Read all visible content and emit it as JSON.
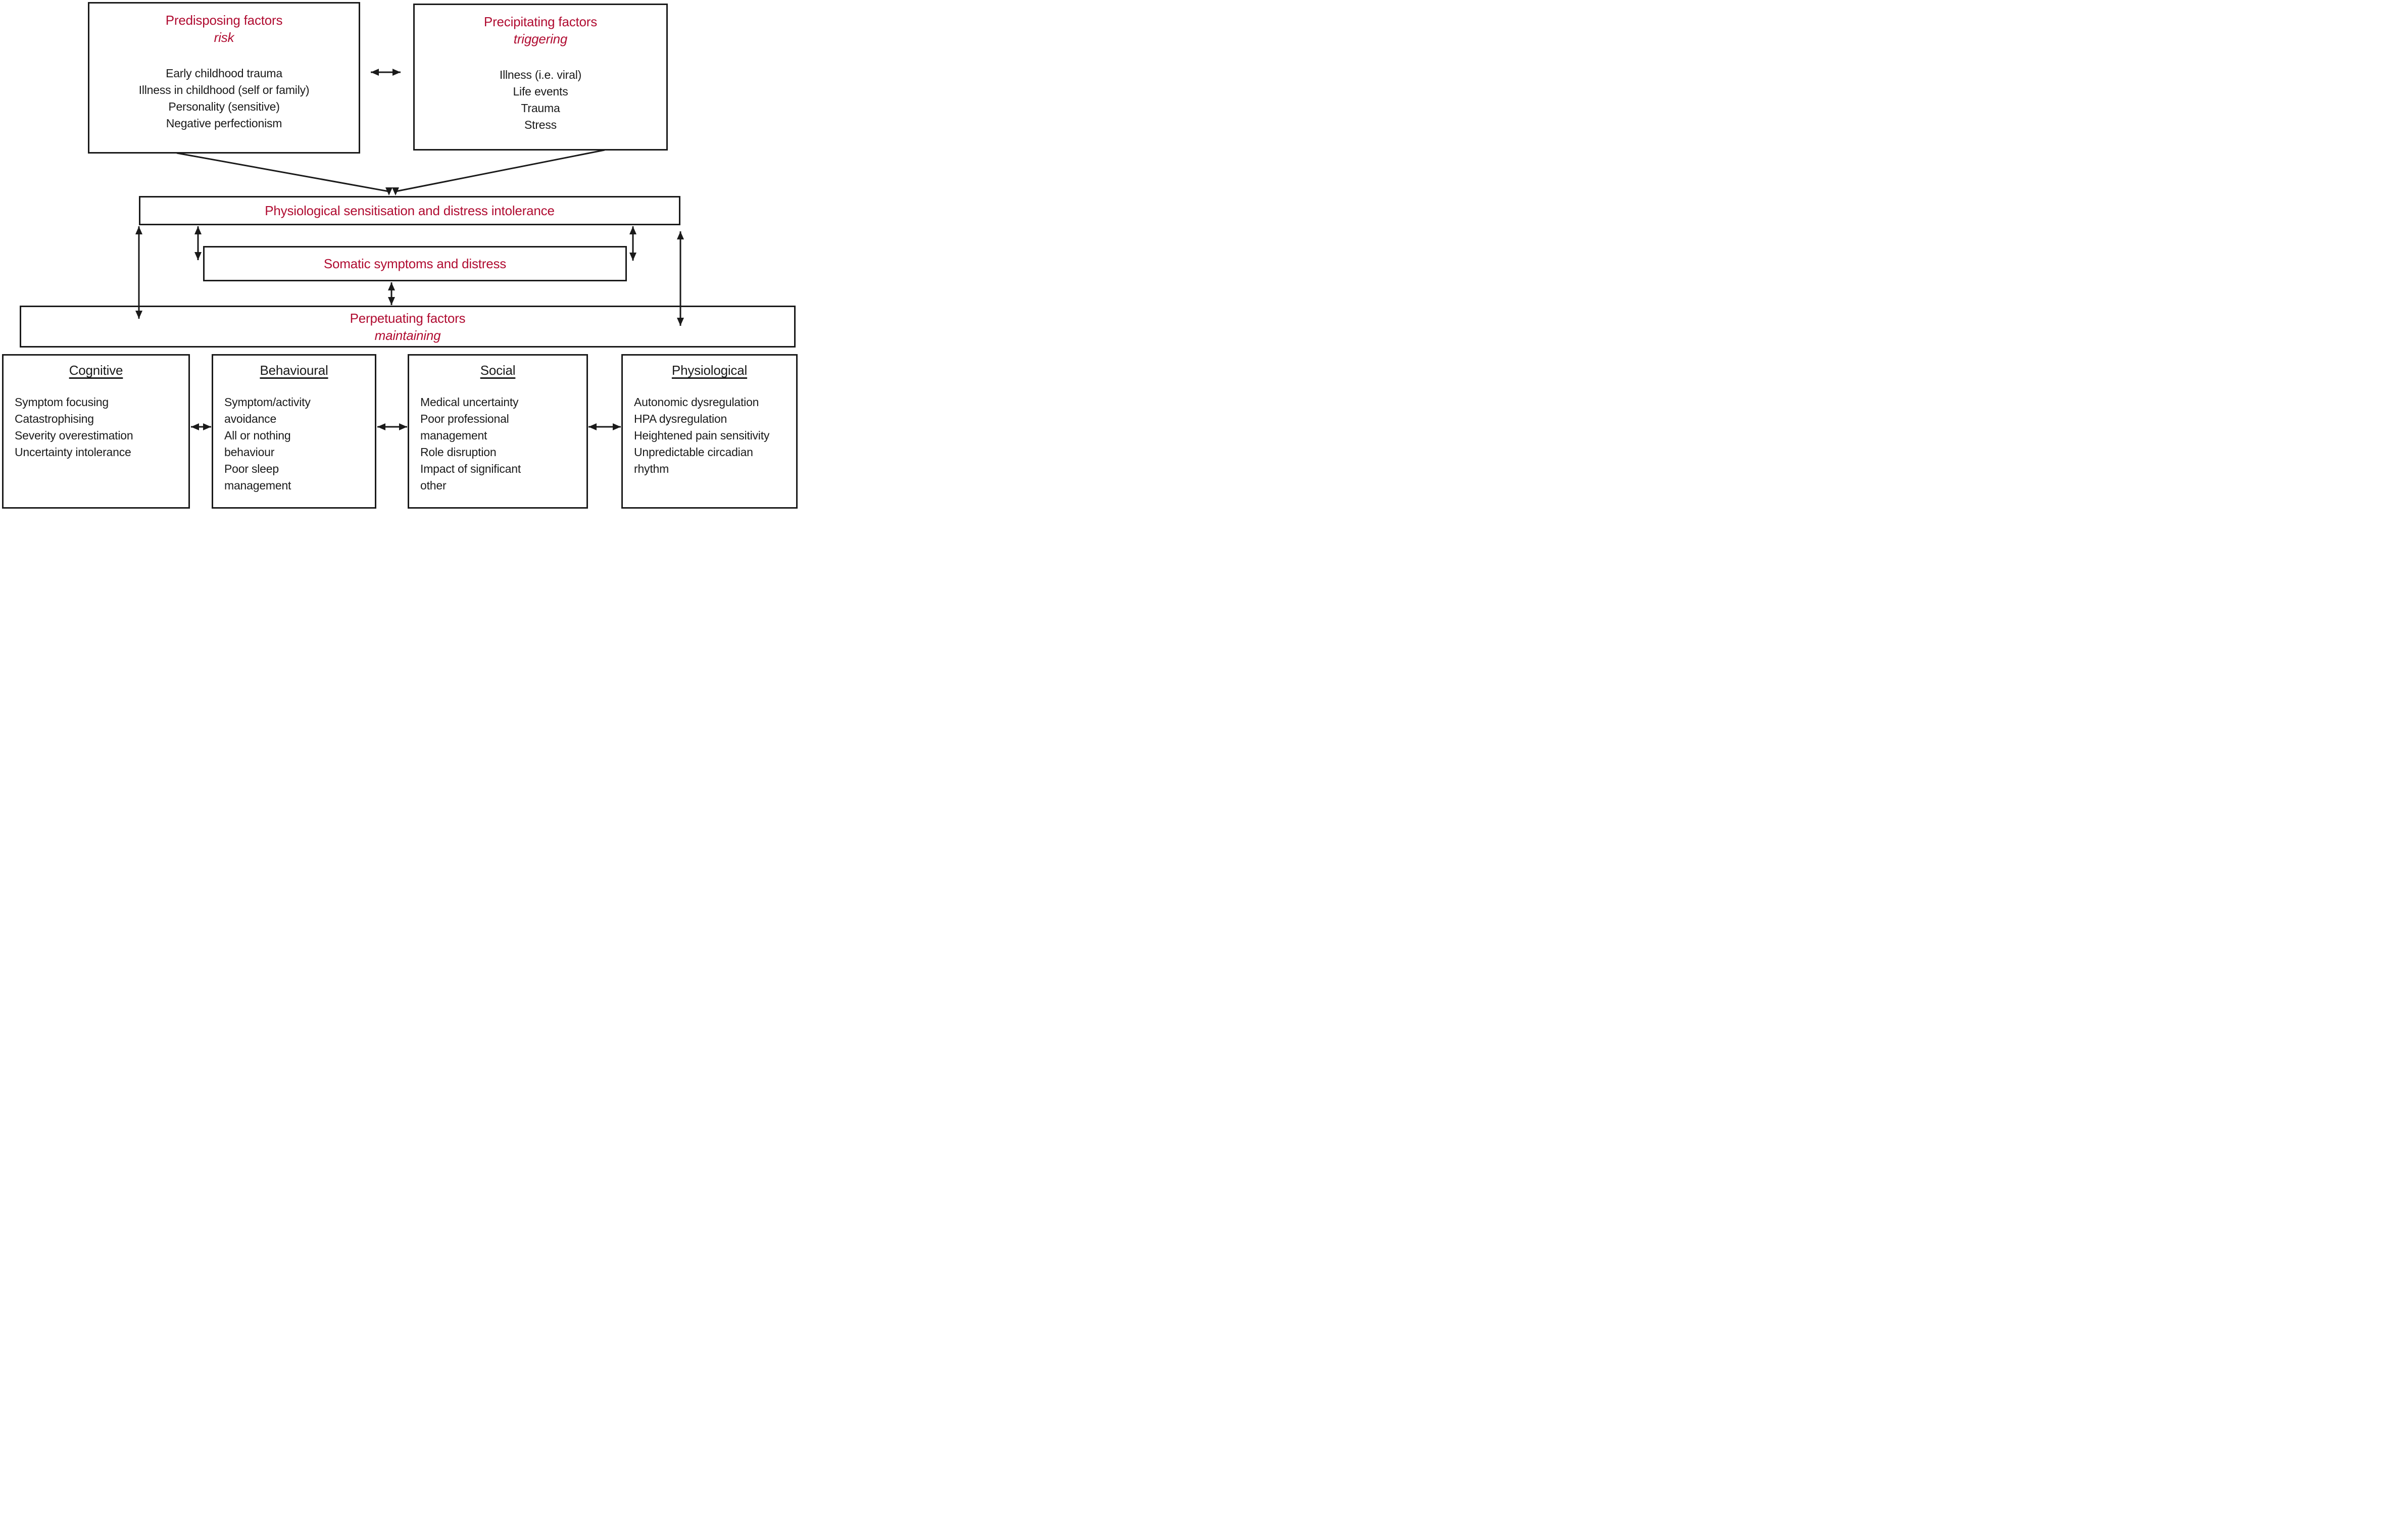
{
  "diagram": {
    "colors": {
      "accent_red": "#b00c31",
      "line_black": "#1a1a1a",
      "background": "#ffffff"
    },
    "predisposing": {
      "title": "Predisposing factors",
      "subtitle": "risk",
      "items": [
        "Early childhood trauma",
        "Illness in childhood (self or family)",
        "Personality (sensitive)",
        "Negative perfectionism"
      ]
    },
    "precipitating": {
      "title": "Precipitating factors",
      "subtitle": "triggering",
      "items": [
        "Illness (i.e. viral)",
        "Life events",
        "Trauma",
        "Stress"
      ]
    },
    "sensitisation": {
      "title": "Physiological sensitisation and distress intolerance"
    },
    "somatic": {
      "title": "Somatic symptoms and distress"
    },
    "perpetuating": {
      "title": "Perpetuating factors",
      "subtitle": "maintaining"
    },
    "categories": [
      {
        "title": "Cognitive",
        "items": [
          "Symptom focusing",
          "Catastrophising",
          "Severity overestimation",
          "Uncertainty intolerance"
        ]
      },
      {
        "title": "Behavioural",
        "items": [
          "Symptom/activity avoidance",
          "All or nothing behaviour",
          "Poor sleep management"
        ]
      },
      {
        "title": "Social",
        "items": [
          "Medical uncertainty",
          "Poor professional management",
          "Role disruption",
          "Impact of significant other"
        ]
      },
      {
        "title": "Physiological",
        "items": [
          "Autonomic dysregulation",
          "HPA dysregulation",
          "Heightened pain sensitivity",
          "Unpredictable circadian rhythm"
        ]
      }
    ]
  }
}
